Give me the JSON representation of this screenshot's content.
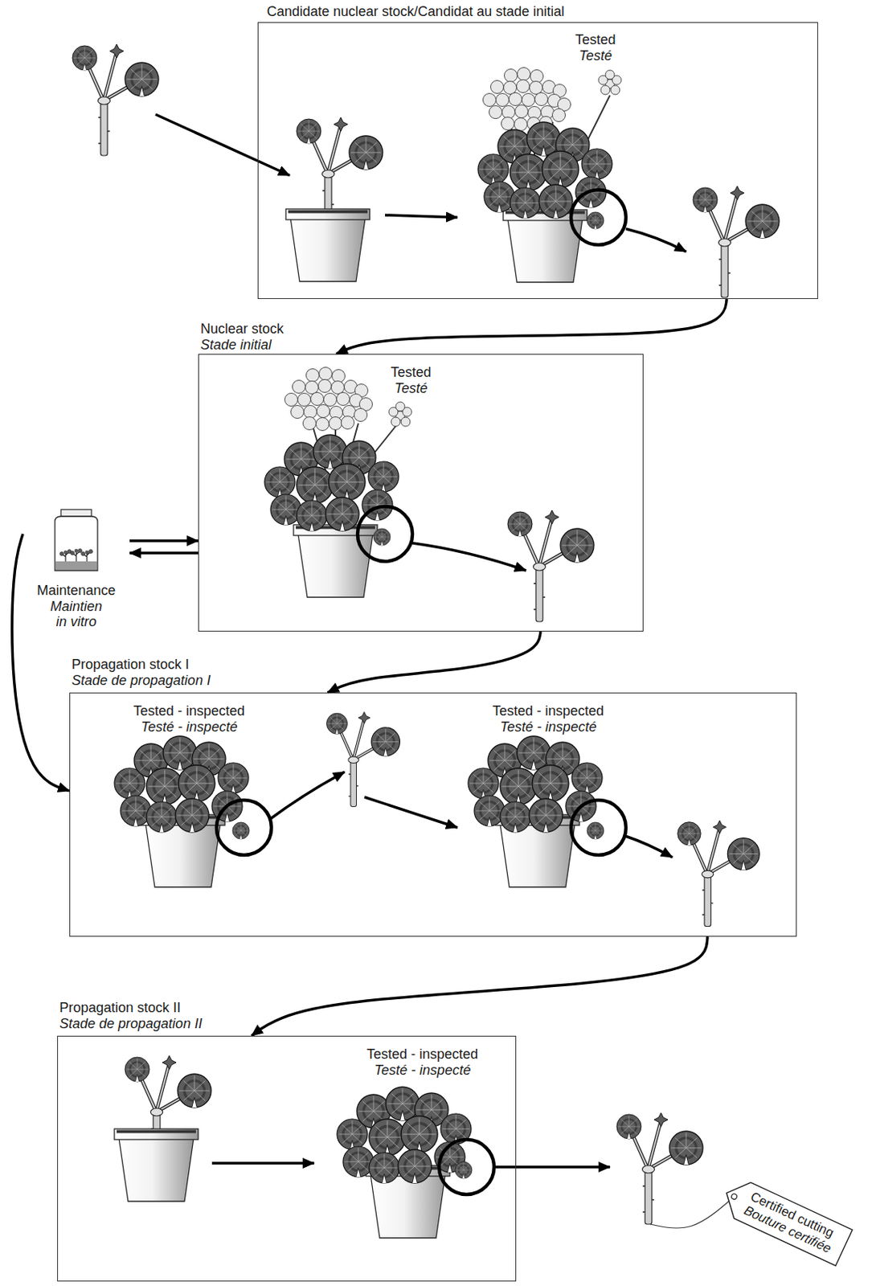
{
  "diagram": {
    "nodes": [
      {
        "text": [
          "Candidate nuclear stock/Candidat au stade initial",
          "Tested",
          "Testé"
        ]
      },
      {
        "text": [
          "Nuclear stock",
          "Stade initial",
          "Tested",
          "Testé"
        ]
      },
      {
        "text": [
          "Maintenance",
          "Maintien in vitro"
        ]
      },
      {
        "text": [
          "Propagation stock I",
          "Stade de propagation I",
          "Tested - inspected",
          "Testé - inspecté",
          "Tested - inspected",
          "Testé - inspecté"
        ]
      },
      {
        "text": [
          "Propagation stock II",
          "Stade de propagation II",
          "Tested - inspected",
          "Testé - inspecté"
        ]
      },
      {
        "text": [
          "Certified cutting",
          "Bouture certifiée"
        ]
      }
    ],
    "edges": [
      {
        "from": 0,
        "to": 1,
        "arrow": "to"
      },
      {
        "from": 2,
        "to": 1,
        "arrow": "to"
      },
      {
        "from": 1,
        "to": 2,
        "arrow": "to"
      },
      {
        "from": 1,
        "to": 3,
        "arrow": "to"
      },
      {
        "from": 2,
        "to": 3,
        "arrow": "to"
      },
      {
        "from": 3,
        "to": 4,
        "arrow": "to"
      },
      {
        "from": 4,
        "to": 5,
        "arrow": "to"
      }
    ]
  }
}
